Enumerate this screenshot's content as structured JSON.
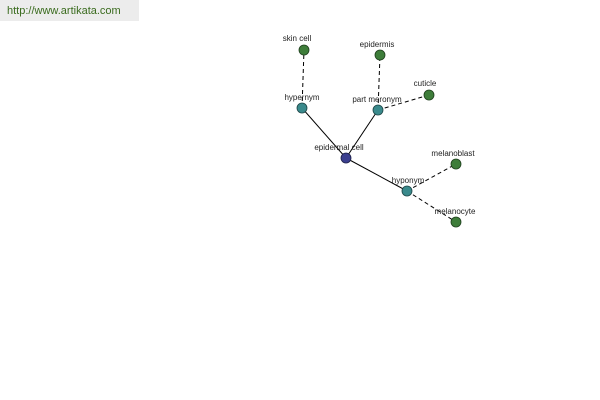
{
  "source_link": "http://www.artikata.com",
  "colors": {
    "center_node": "#3b3f8f",
    "relation_node": "#3a8a8c",
    "leaf_node": "#3e7d3a",
    "edge": "#000000",
    "link_text": "#3a6b1e"
  },
  "graph": {
    "center": {
      "id": "epidermal-cell",
      "label": "epidermal cell"
    },
    "relations": [
      {
        "id": "hypernym",
        "label": "hypernym"
      },
      {
        "id": "part-meronym",
        "label": "part meronym"
      },
      {
        "id": "hyponym",
        "label": "hyponym"
      }
    ],
    "leaves": [
      {
        "id": "skin-cell",
        "label": "skin cell",
        "relation": "hypernym"
      },
      {
        "id": "epidermis",
        "label": "epidermis",
        "relation": "part-meronym"
      },
      {
        "id": "cuticle",
        "label": "cuticle",
        "relation": "part-meronym"
      },
      {
        "id": "melanoblast",
        "label": "melanoblast",
        "relation": "hyponym"
      },
      {
        "id": "melanocyte",
        "label": "melanocyte",
        "relation": "hyponym"
      }
    ]
  }
}
